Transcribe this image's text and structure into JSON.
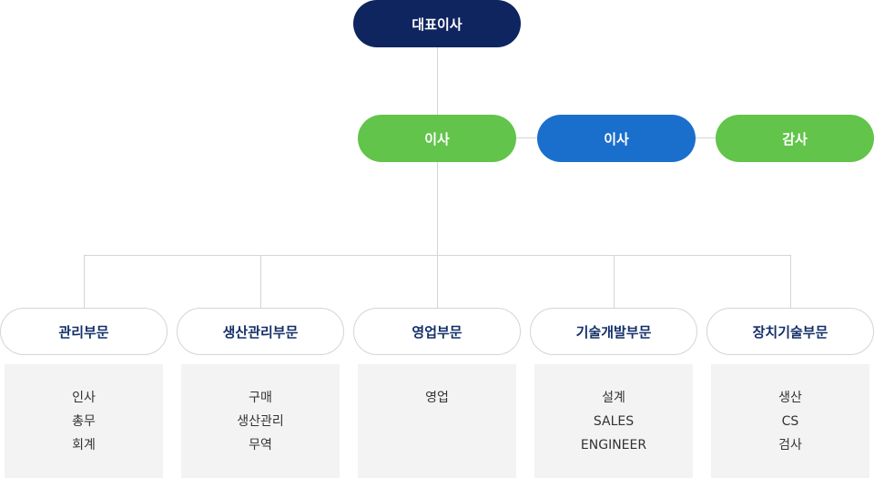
{
  "ceo": {
    "label": "대표이사"
  },
  "board": [
    {
      "label": "이사",
      "color": "#62c44a"
    },
    {
      "label": "이사",
      "color": "#1a6fcc"
    },
    {
      "label": "감사",
      "color": "#62c44a"
    }
  ],
  "departments": [
    {
      "label": "관리부문",
      "items": [
        "인사",
        "총무",
        "회계"
      ]
    },
    {
      "label": "생산관리부문",
      "items": [
        "구매",
        "생산관리",
        "무역"
      ]
    },
    {
      "label": "영업부문",
      "items": [
        "영업"
      ]
    },
    {
      "label": "기술개발부문",
      "items": [
        "설계",
        "SALES",
        "ENGINEER"
      ]
    },
    {
      "label": "장치기술부문",
      "items": [
        "생산",
        "CS",
        "검사"
      ]
    }
  ],
  "colors": {
    "ceo": "#0f2560",
    "dept_text": "#14306a",
    "connector": "#d5d5d5"
  }
}
